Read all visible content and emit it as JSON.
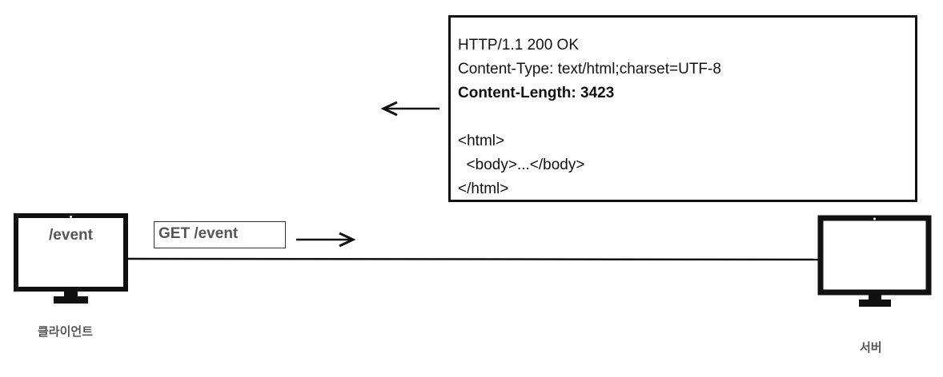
{
  "client": {
    "screen_text": "/event",
    "label": "클라이언트"
  },
  "server": {
    "label": "서버"
  },
  "request": {
    "label": "GET /event"
  },
  "response": {
    "lines": [
      {
        "text": "HTTP/1.1 200 OK",
        "bold": false
      },
      {
        "text": "Content-Type: text/html;charset=UTF-8",
        "bold": false
      },
      {
        "text": "Content-Length: 3423",
        "bold": true
      },
      {
        "text": "",
        "bold": false
      },
      {
        "text": "<html>",
        "bold": false
      },
      {
        "text": "  <body>...</body>",
        "bold": false
      },
      {
        "text": "</html>",
        "bold": false
      }
    ]
  },
  "colors": {
    "ink": "#111111",
    "label_gray": "#555555"
  }
}
